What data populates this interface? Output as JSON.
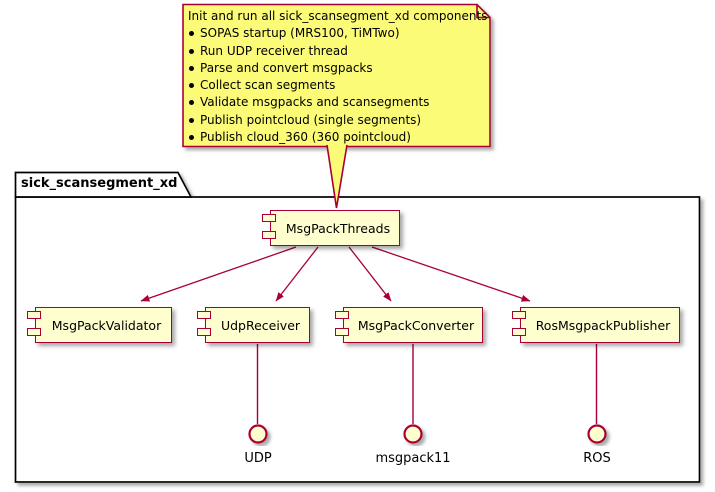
{
  "diagram": {
    "note": {
      "title": "Init and run all sick_scansegment_xd components",
      "bullets": [
        "SOPAS startup (MRS100, TiMTwo)",
        "Run UDP receiver thread",
        "Parse and convert msgpacks",
        "Collect scan segments",
        "Validate msgpacks and scansegments",
        "Publish pointcloud (single segments)",
        "Publish cloud_360 (360 pointcloud)"
      ]
    },
    "package": {
      "label": "sick_scansegment_xd"
    },
    "components": [
      {
        "label": "MsgPackThreads"
      },
      {
        "label": "MsgPackValidator"
      },
      {
        "label": "UdpReceiver"
      },
      {
        "label": "MsgPackConverter"
      },
      {
        "label": "RosMsgpackPublisher"
      }
    ],
    "interfaces": [
      {
        "label": "UDP"
      },
      {
        "label": "msgpack11"
      },
      {
        "label": "ROS"
      }
    ],
    "colors": {
      "note_fill": "#FBFB77",
      "component_fill": "#FEFECE",
      "line_red": "#A80036",
      "frame_border": "#000000"
    }
  }
}
